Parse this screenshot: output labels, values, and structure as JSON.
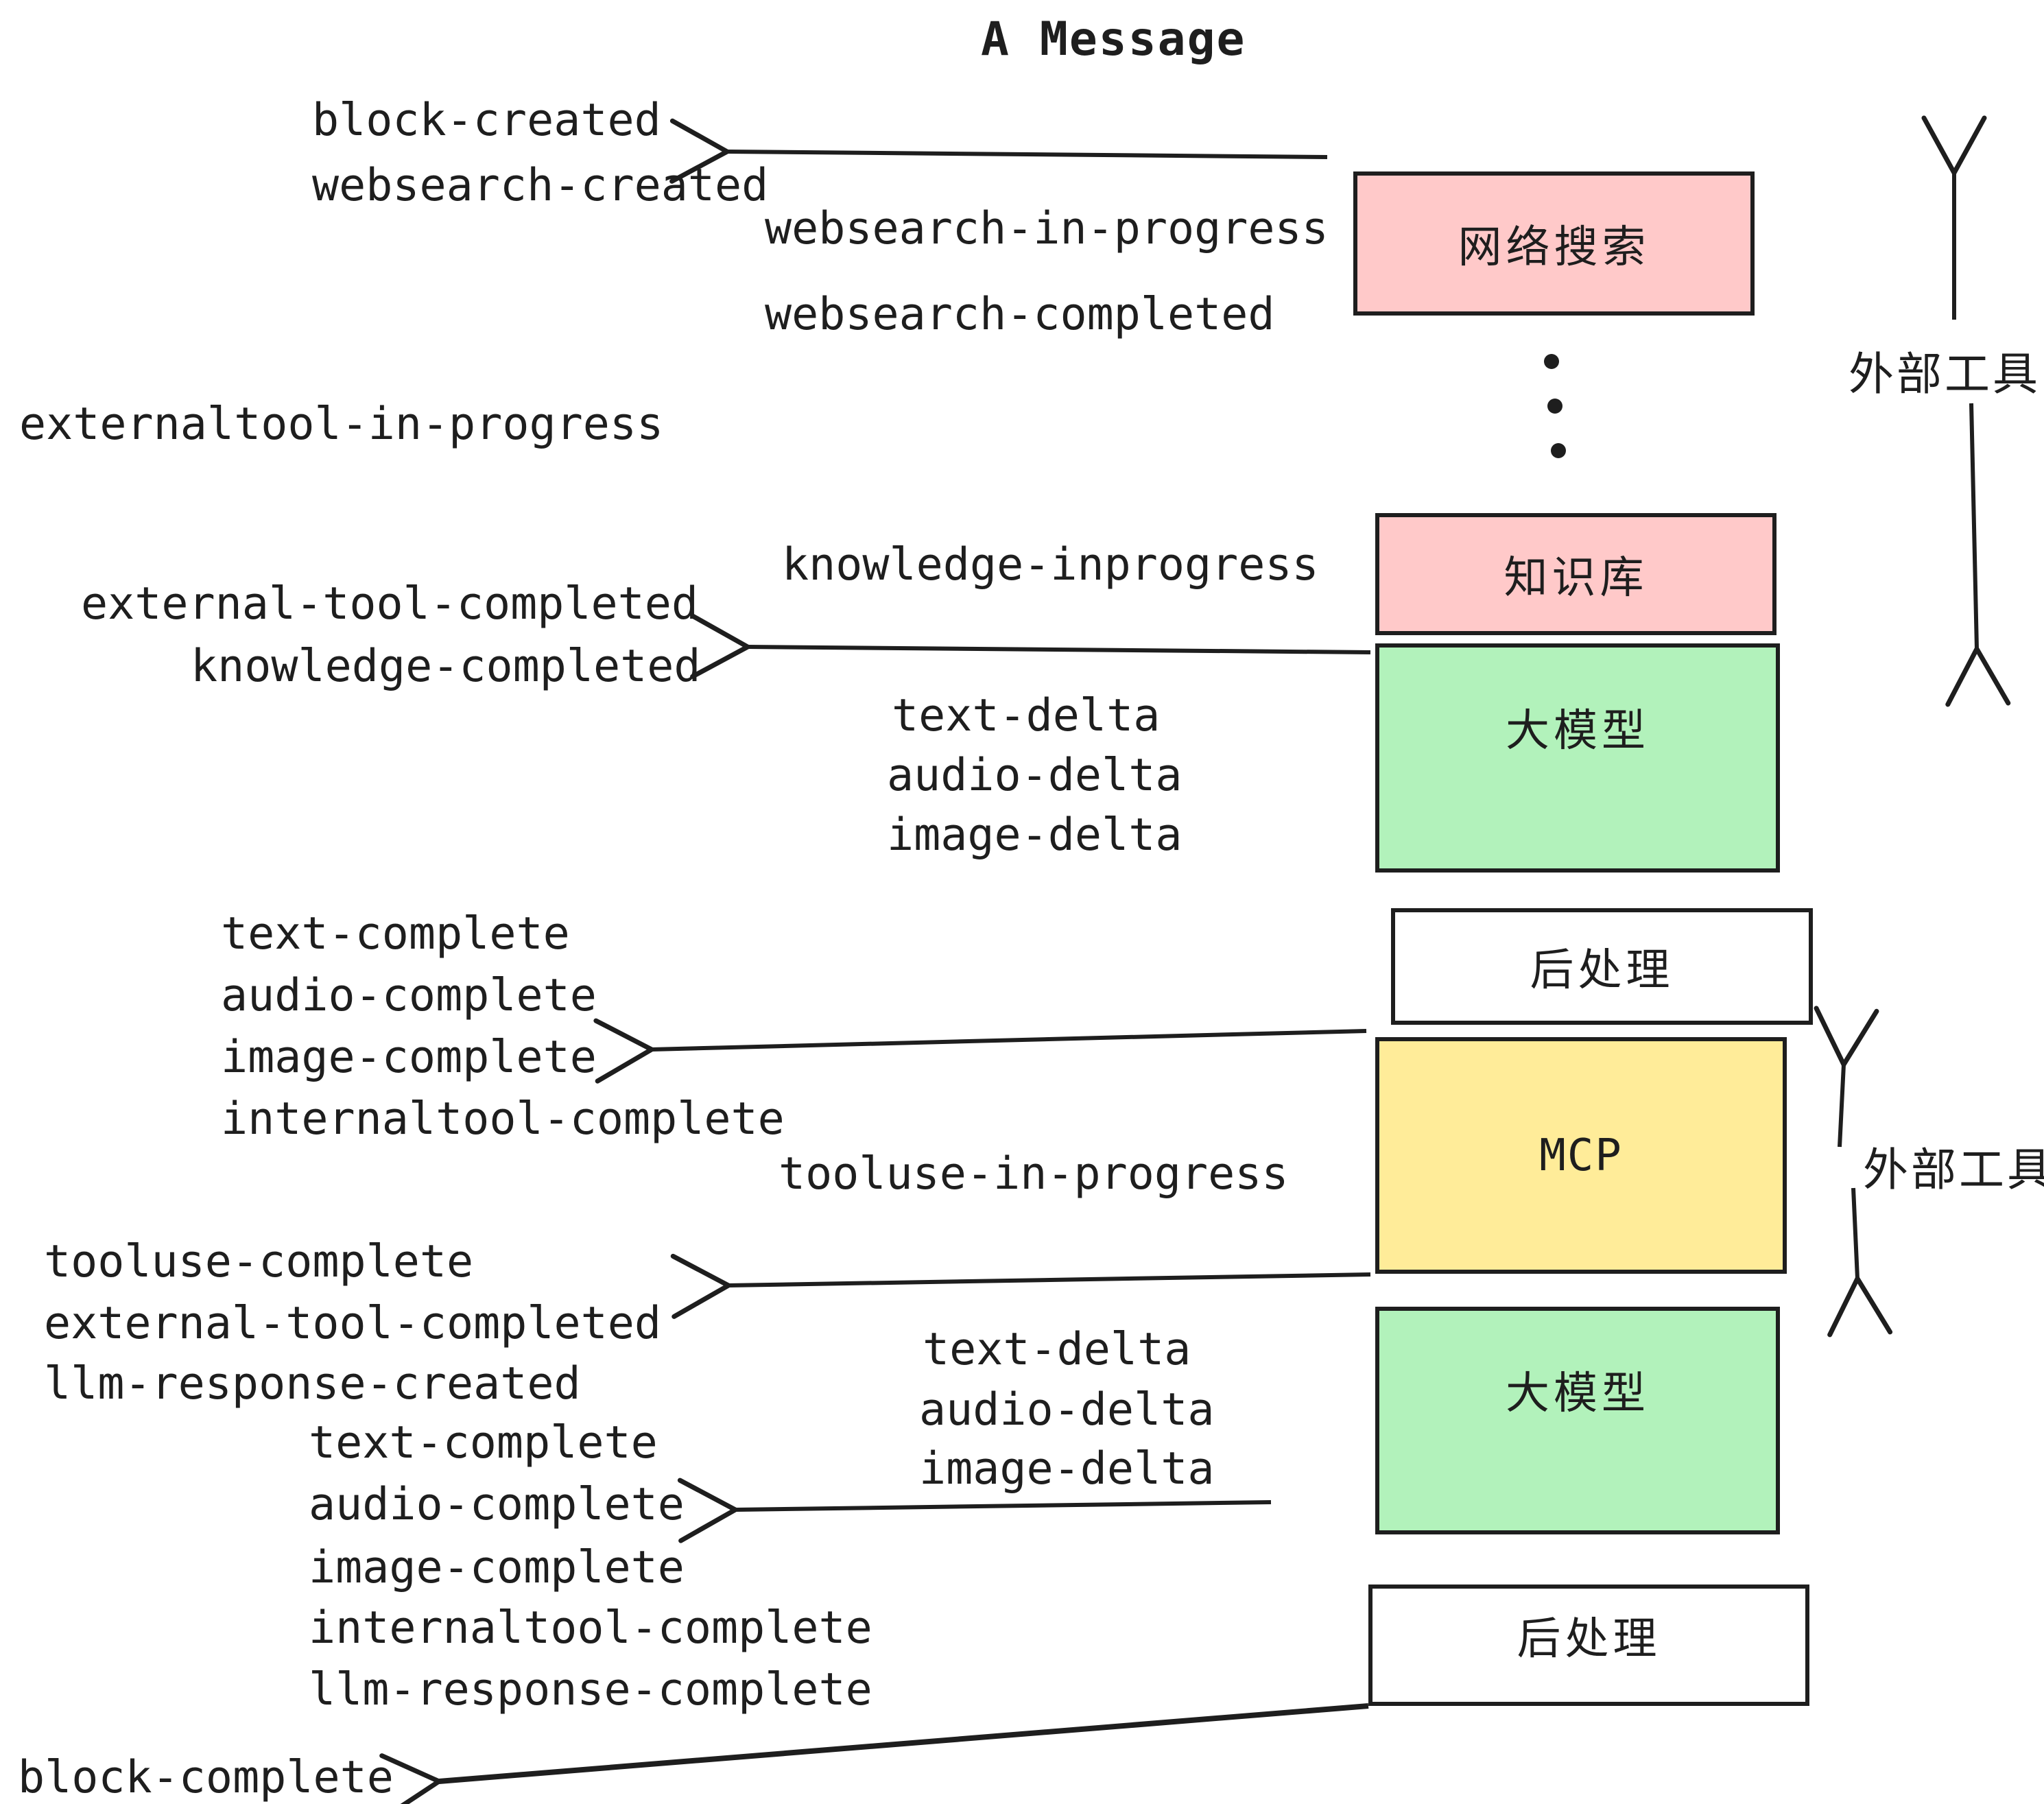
{
  "title": "A Message",
  "colors": {
    "stroke": "#1e1e1e",
    "pink_fill": "#ffc9c9",
    "green_fill": "#b2f2bb",
    "yellow_fill": "#ffec99",
    "white_fill": "#ffffff"
  },
  "boxes": [
    {
      "label": "网络搜索"
    },
    {
      "label": "知识库"
    },
    {
      "label": "大模型"
    },
    {
      "label": "后处理"
    },
    {
      "label": "MCP"
    },
    {
      "label": "大模型"
    },
    {
      "label": "后处理"
    }
  ],
  "side_labels": [
    {
      "text": "外部工具"
    },
    {
      "text": "外部工具"
    }
  ],
  "events": [
    {
      "text": "block-created"
    },
    {
      "text": "websearch-created"
    },
    {
      "text": "websearch-in-progress"
    },
    {
      "text": "websearch-completed"
    },
    {
      "text": "externaltool-in-progress"
    },
    {
      "text": "knowledge-inprogress"
    },
    {
      "text": "external-tool-completed"
    },
    {
      "text": "knowledge-completed"
    },
    {
      "text": "text-delta"
    },
    {
      "text": "audio-delta"
    },
    {
      "text": "image-delta"
    },
    {
      "text": "text-complete"
    },
    {
      "text": "audio-complete"
    },
    {
      "text": "image-complete"
    },
    {
      "text": "internaltool-complete"
    },
    {
      "text": "tooluse-in-progress"
    },
    {
      "text": "tooluse-complete"
    },
    {
      "text": "external-tool-completed"
    },
    {
      "text": "llm-response-created"
    },
    {
      "text": "text-complete"
    },
    {
      "text": "audio-complete"
    },
    {
      "text": "image-complete"
    },
    {
      "text": "internaltool-complete"
    },
    {
      "text": "llm-response-complete"
    },
    {
      "text": "text-delta"
    },
    {
      "text": "audio-delta"
    },
    {
      "text": "image-delta"
    },
    {
      "text": "block-complete"
    }
  ]
}
